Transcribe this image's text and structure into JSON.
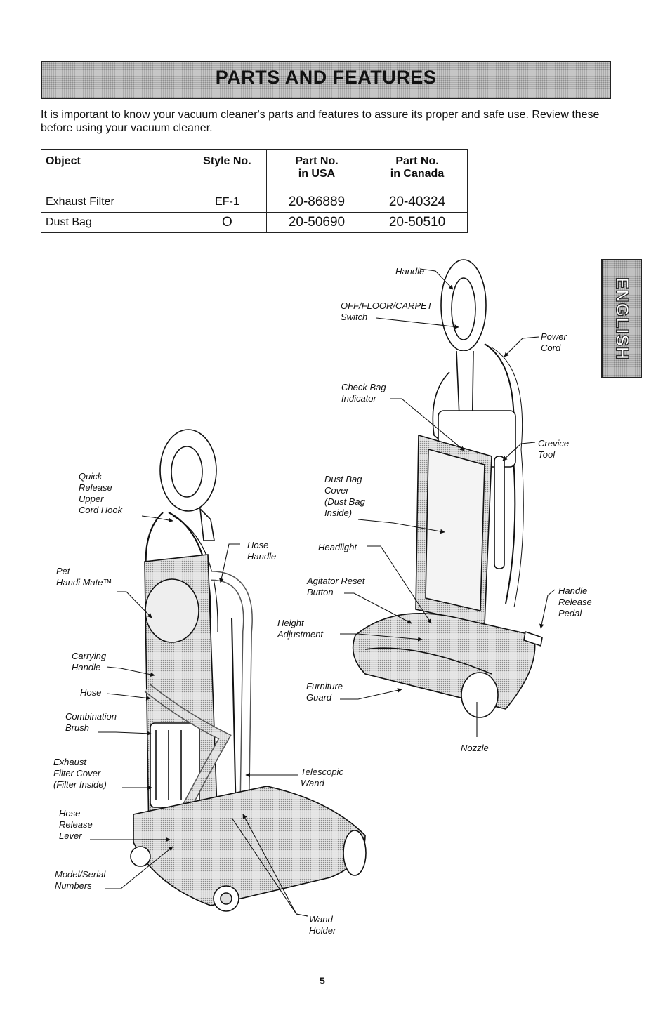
{
  "header": {
    "title": "PARTS AND FEATURES"
  },
  "intro": "It is important to know your vacuum cleaner's parts and features to assure its proper and safe use. Review these before using your vacuum cleaner.",
  "table": {
    "headers": [
      "Object",
      "Style No.",
      "Part No.\nin USA",
      "Part No.\nin Canada"
    ],
    "rows": [
      [
        "Exhaust Filter",
        "EF-1",
        "20-86889",
        "20-40324"
      ],
      [
        "Dust Bag",
        "O",
        "20-50690",
        "20-50510"
      ]
    ]
  },
  "side_tab": {
    "label": "ENGLISH"
  },
  "labels": {
    "handle": "Handle",
    "switch": "OFF/FLOOR/CARPET\nSwitch",
    "power_cord": "Power\nCord",
    "check_bag": "Check Bag\nIndicator",
    "crevice_tool": "Crevice\nTool",
    "cord_hook": "Quick\nRelease\nUpper\nCord Hook",
    "dust_bag_cover": "Dust Bag\nCover\n(Dust Bag\nInside)",
    "hose_handle": "Hose\nHandle",
    "headlight": "Headlight",
    "handi_mate": "Pet\nHandi Mate™",
    "agitator_reset": "Agitator Reset\nButton",
    "handle_release": "Handle\nRelease\nPedal",
    "height_adjustment": "Height\nAdjustment",
    "carrying_handle": "Carrying\nHandle",
    "hose": "Hose",
    "furniture_guard": "Furniture\nGuard",
    "combination_brush": "Combination\nBrush",
    "nozzle": "Nozzle",
    "exhaust_filter_cover": "Exhaust\nFilter Cover\n(Filter Inside)",
    "telescopic_wand": "Telescopic\nWand",
    "hose_release": "Hose\nRelease\nLever",
    "model_serial": "Model/Serial\nNumbers",
    "wand_holder": "Wand\nHolder"
  },
  "page_number": "5"
}
